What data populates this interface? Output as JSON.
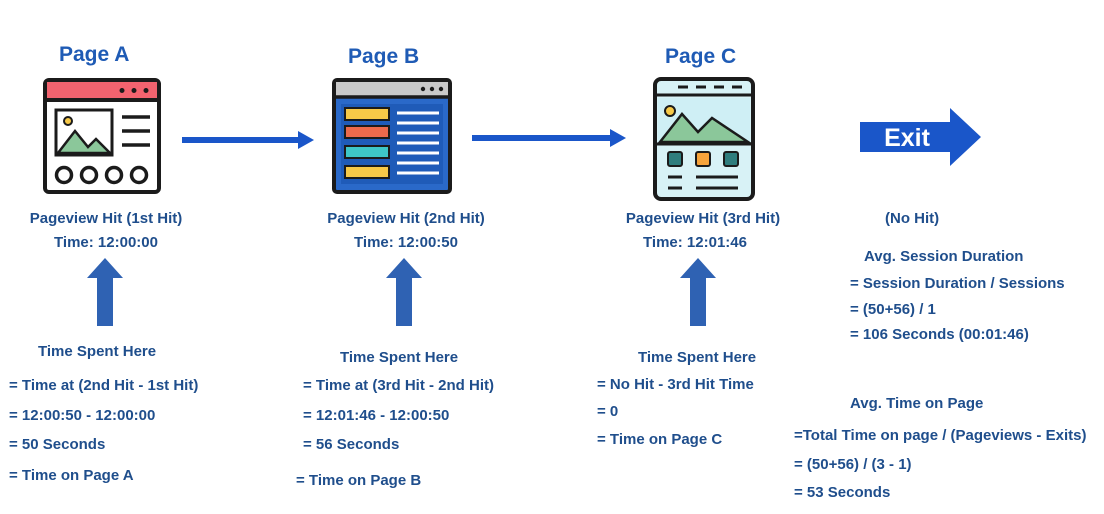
{
  "pages": [
    {
      "title": "Page A",
      "hit_label": "Pageview Hit (1st Hit)",
      "time": "Time: 12:00:00",
      "spent_title": "Time Spent Here",
      "calc": [
        "= Time at (2nd Hit - 1st Hit)",
        "= 12:00:50 - 12:00:00",
        "=  50 Seconds",
        "= Time on Page A"
      ]
    },
    {
      "title": "Page B",
      "hit_label": "Pageview Hit (2nd Hit)",
      "time": "Time: 12:00:50",
      "spent_title": "Time Spent Here",
      "calc": [
        "= Time at (3rd Hit - 2nd Hit)",
        "= 12:01:46 - 12:00:50",
        "= 56 Seconds",
        "= Time on Page B"
      ]
    },
    {
      "title": "Page C",
      "hit_label": "Pageview Hit (3rd Hit)",
      "time": "Time: 12:01:46",
      "spent_title": "Time Spent Here",
      "calc": [
        "= No Hit - 3rd Hit Time",
        "= 0",
        "= Time on Page C"
      ]
    }
  ],
  "exit": {
    "label": "Exit",
    "hit_label": "(No Hit)"
  },
  "session": {
    "title": "Avg. Session Duration",
    "lines": [
      "= Session Duration / Sessions",
      "= (50+56) / 1",
      "= 106 Seconds (00:01:46)"
    ]
  },
  "time_on_page": {
    "title": "Avg. Time on Page",
    "lines": [
      "=Total Time on page / (Pageviews - Exits)",
      "= (50+56) / (3 - 1)",
      "= 53 Seconds"
    ]
  },
  "colors": {
    "arrow": "#1a56c9",
    "text": "#1f4e8c",
    "title": "#1f5bb5"
  },
  "icons": [
    "webpage-gallery-icon",
    "webpage-layout-icon",
    "mobile-gallery-icon",
    "up-arrow-icon",
    "right-arrow-icon",
    "exit-arrow-icon"
  ]
}
